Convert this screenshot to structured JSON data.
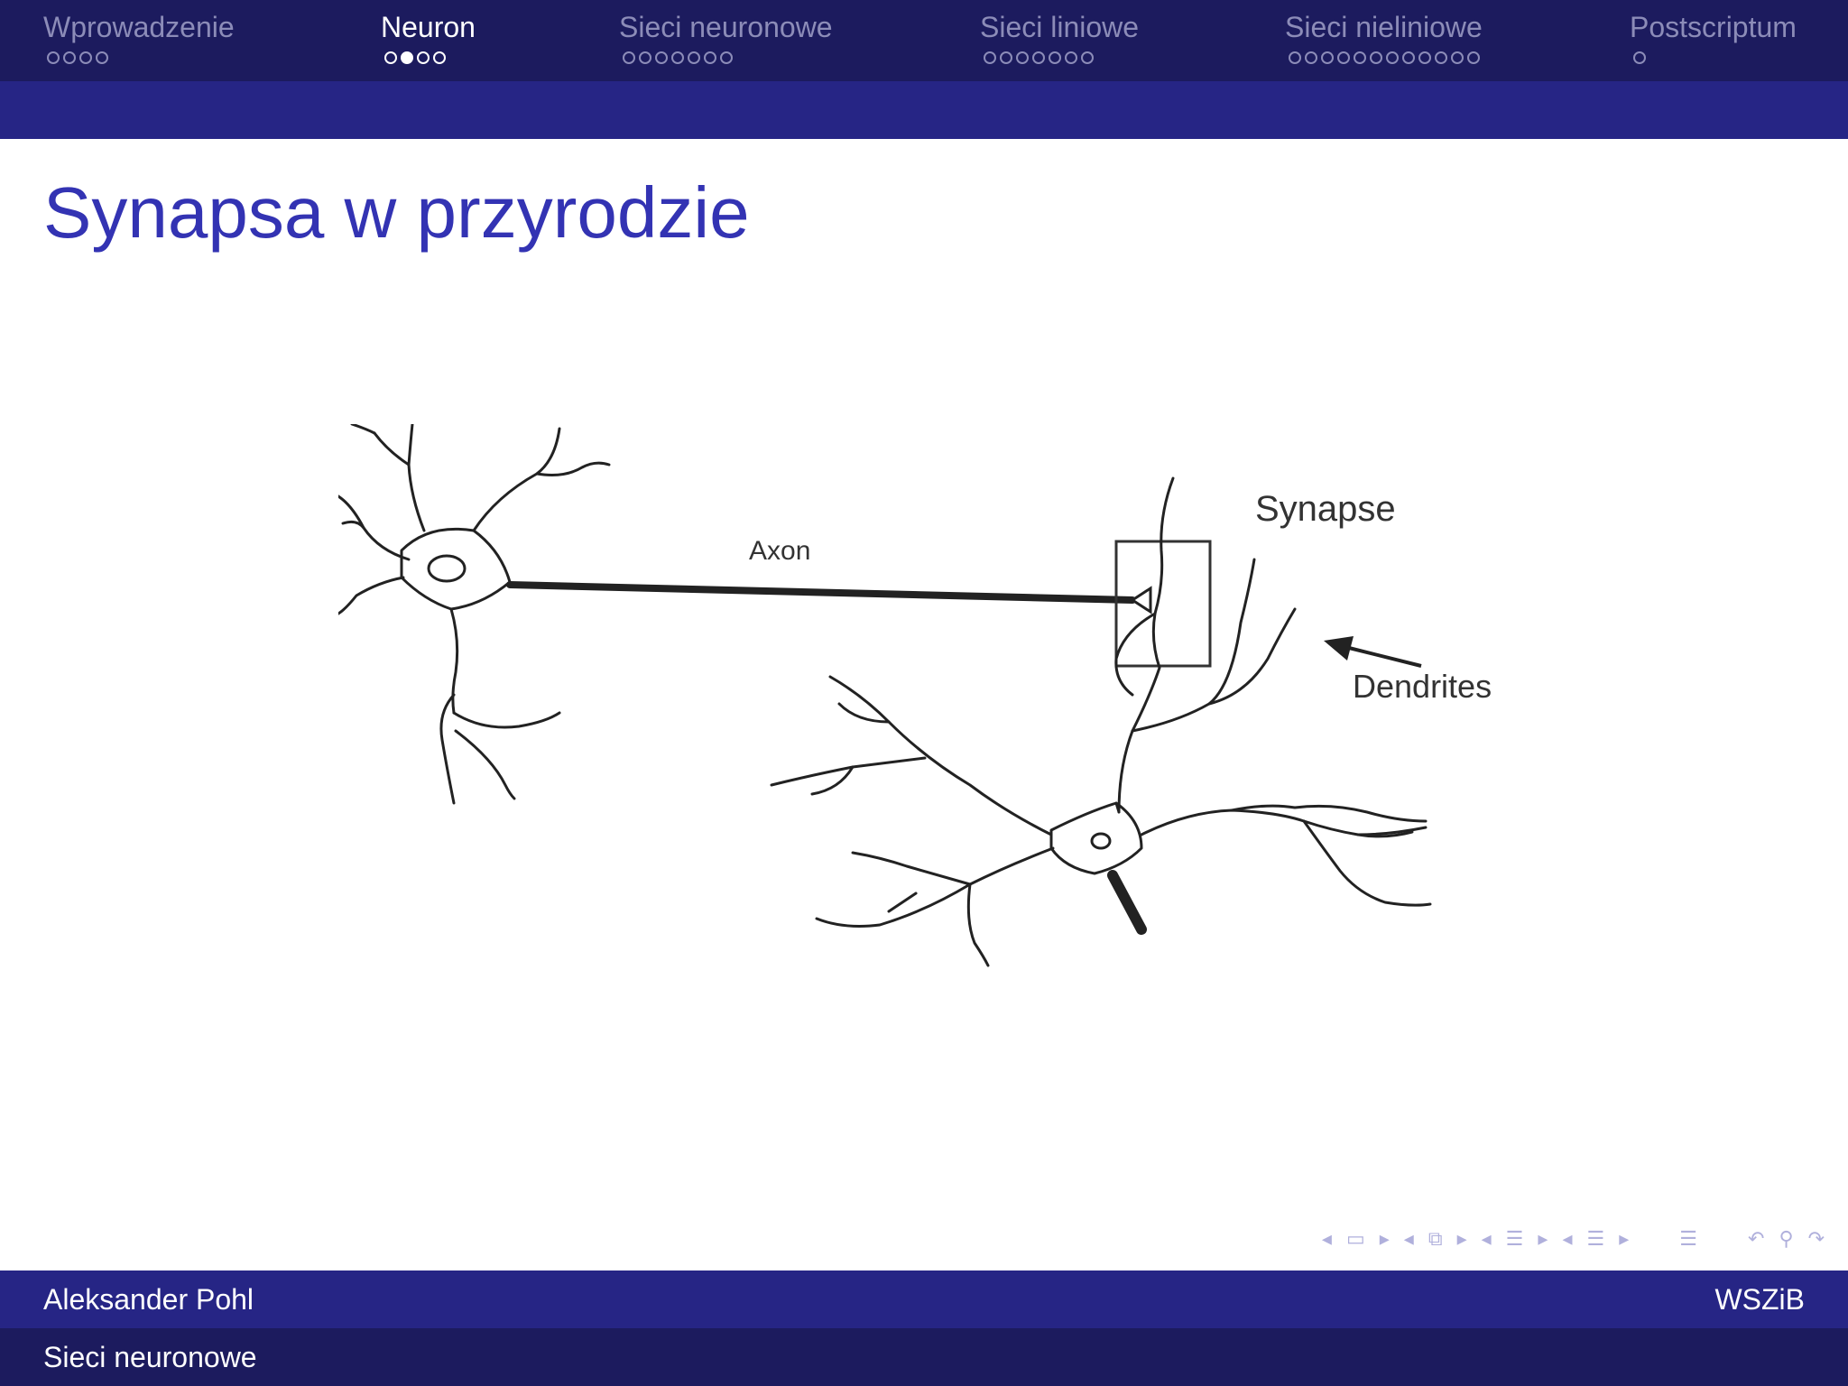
{
  "headline": {
    "sections": [
      {
        "label": "Wprowadzenie",
        "slides": 4,
        "current": -1
      },
      {
        "label": "Neuron",
        "slides": 4,
        "current": 1
      },
      {
        "label": "Sieci neuronowe",
        "slides": 7,
        "current": -1
      },
      {
        "label": "Sieci liniowe",
        "slides": 7,
        "current": -1
      },
      {
        "label": "Sieci nieliniowe",
        "slides": 12,
        "current": -1
      },
      {
        "label": "Postscriptum",
        "slides": 1,
        "current": -1
      }
    ]
  },
  "frame": {
    "title": "Synapsa w przyrodzie"
  },
  "figure": {
    "labels": {
      "axon": "Axon",
      "synapse": "Synapse",
      "dendrites": "Dendrites"
    }
  },
  "navigation": {
    "icons": [
      "arrow-left-icon",
      "frame-icon",
      "arrow-right-icon",
      "subsection-icon",
      "section-icon",
      "document-icon",
      "search-icon",
      "back-forward-icon"
    ]
  },
  "footer": {
    "author": "Aleksander Pohl",
    "institute": "WSZiB",
    "title": "Sieci neuronowe"
  },
  "colors": {
    "header_dark": "#1c1b5e",
    "header_band": "#262585",
    "title": "#3333b3",
    "inactive": "#8c8cb8"
  }
}
